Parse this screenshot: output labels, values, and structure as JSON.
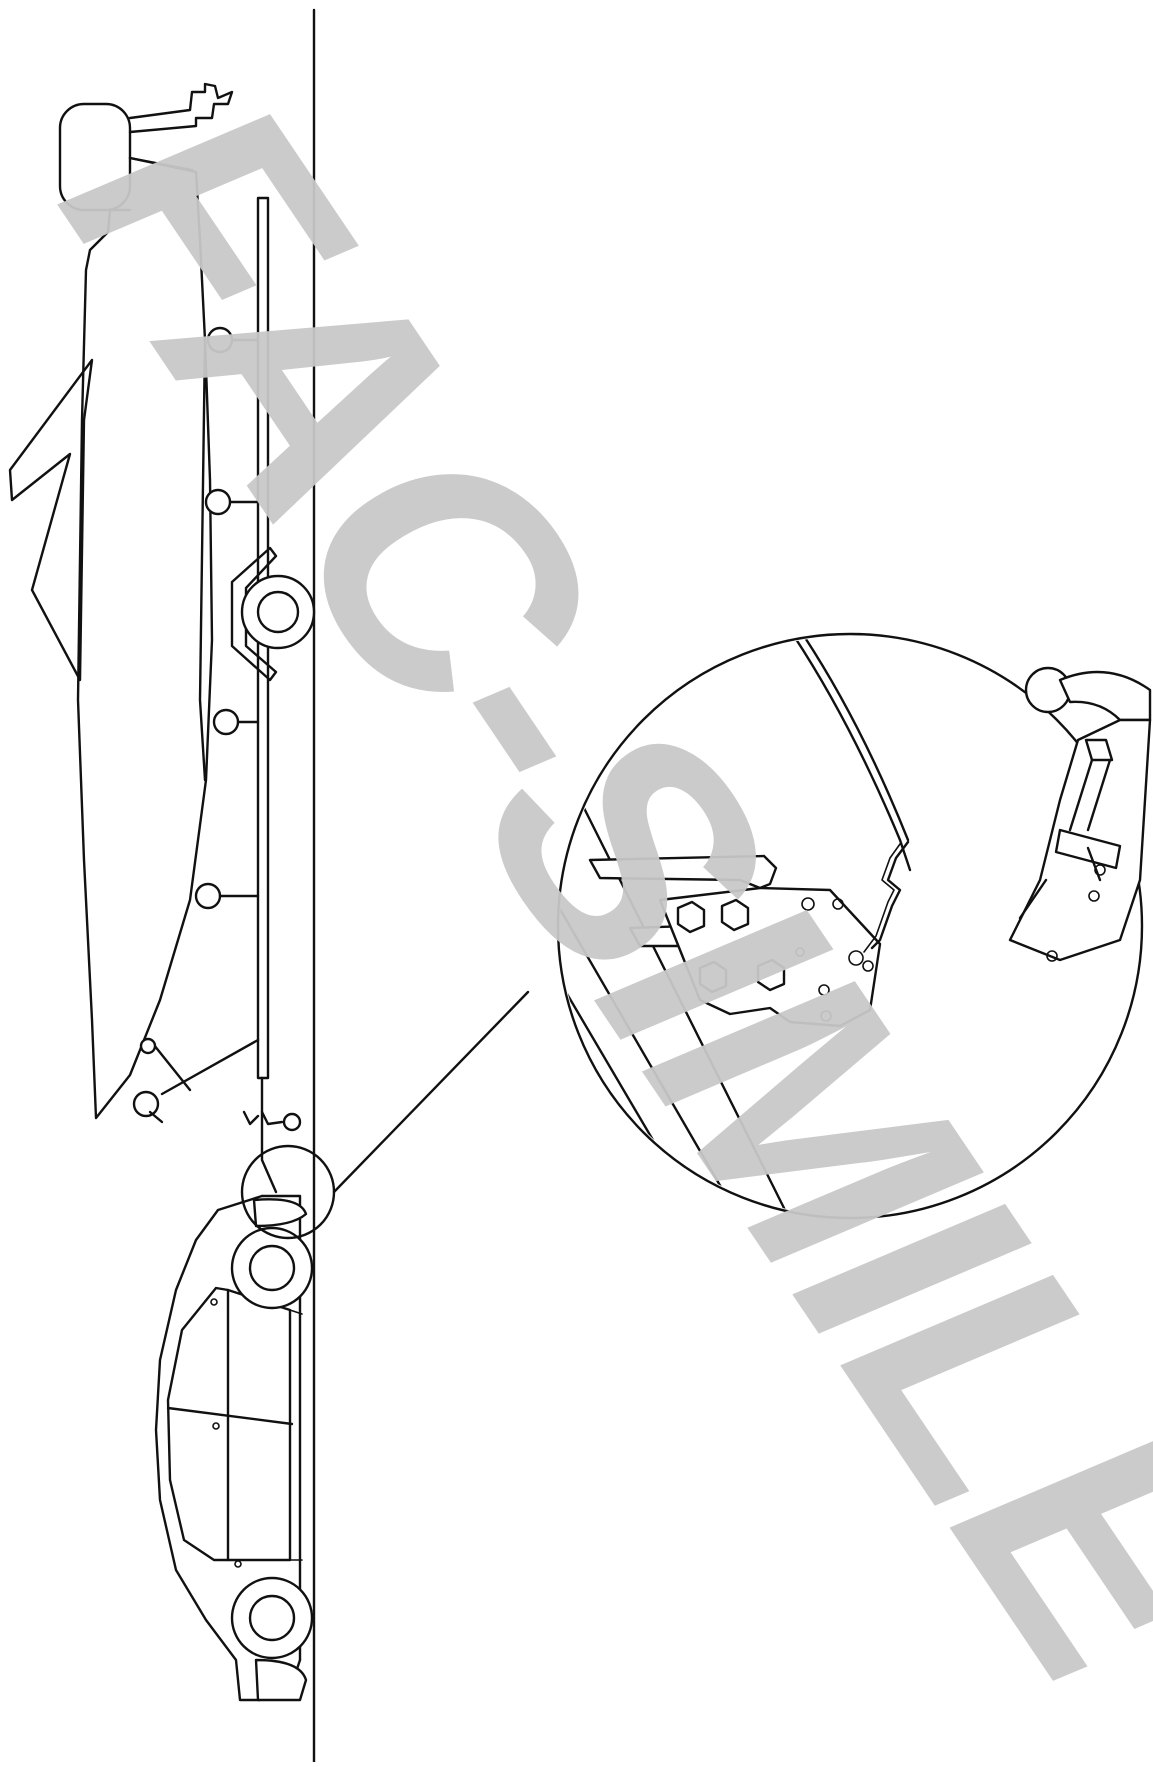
{
  "watermark": {
    "text": "FAC-SIMILE",
    "color": "#c8c8c8"
  },
  "colors": {
    "line": "#111111",
    "background": "#ffffff"
  },
  "illustration": {
    "content": [
      "car",
      "boat-trailer",
      "boat",
      "tow-bar-detail",
      "tow-ball-part"
    ]
  }
}
